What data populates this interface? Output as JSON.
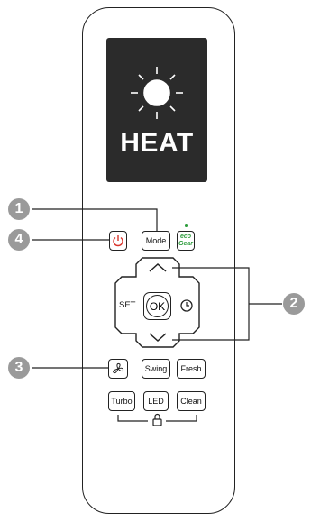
{
  "display": {
    "mode_text": "HEAT"
  },
  "buttons": {
    "mode": "Mode",
    "eco_line1": "eco",
    "eco_line2": "Gear",
    "set": "SET",
    "ok": "OK",
    "swing": "Swing",
    "fresh": "Fresh",
    "turbo": "Turbo",
    "led": "LED",
    "clean": "Clean"
  },
  "callouts": [
    "1",
    "2",
    "3",
    "4"
  ],
  "colors": {
    "screen": "#2b2b2b",
    "power": "#d9342b",
    "eco": "#2b9b3a",
    "callout": "#9a9a9a"
  },
  "icons": [
    "sun-icon",
    "power-icon",
    "timer-icon",
    "fan-icon",
    "child-lock-icon",
    "up-arrow-icon",
    "down-arrow-icon"
  ]
}
